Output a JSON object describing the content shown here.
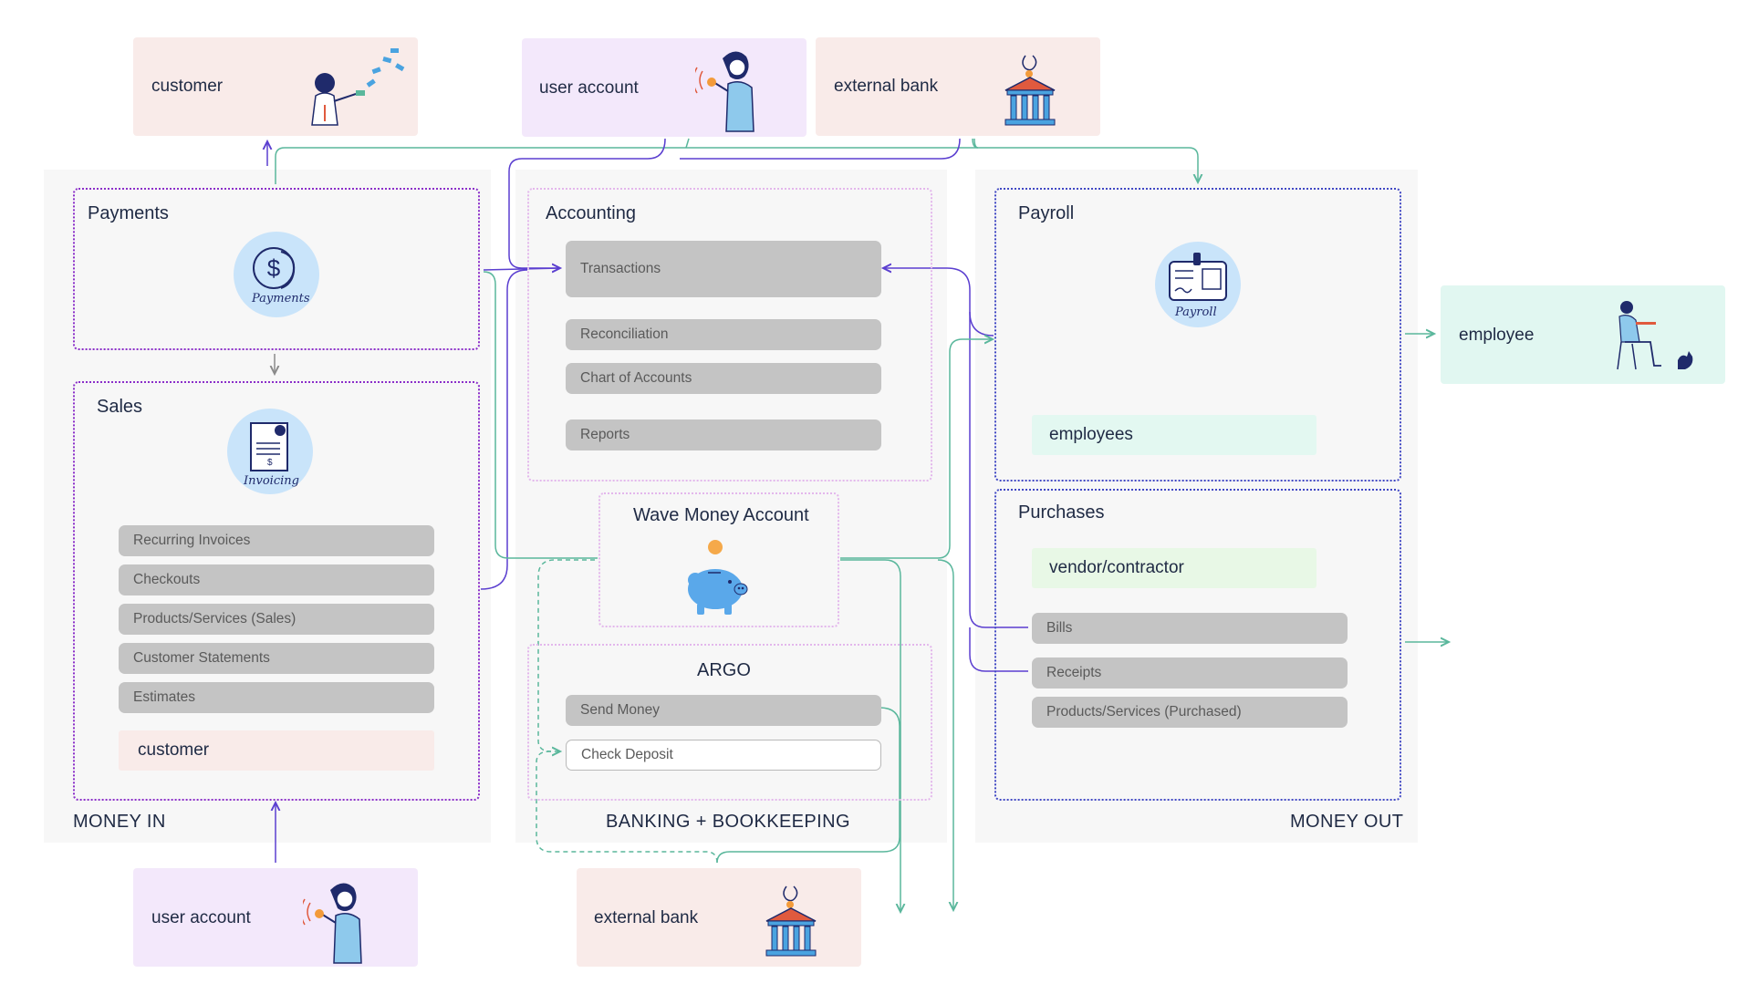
{
  "external": {
    "customer_top": "customer",
    "user_account_top": "user account",
    "external_bank_top": "external bank",
    "employee": "employee",
    "user_account_bottom": "user account",
    "external_bank_bottom": "external bank"
  },
  "money_in": {
    "label": "MONEY IN",
    "payments": {
      "title": "Payments",
      "icon_text": "Payments"
    },
    "sales": {
      "title": "Sales",
      "icon_text": "Invoicing",
      "items": [
        "Recurring Invoices",
        "Checkouts",
        "Products/Services (Sales)",
        "Customer Statements",
        "Estimates"
      ],
      "customer_tag": "customer"
    }
  },
  "banking": {
    "label": "BANKING + BOOKKEEPING",
    "accounting": {
      "title": "Accounting",
      "items": [
        "Transactions",
        "Reconciliation",
        "Chart of Accounts",
        "Reports"
      ]
    },
    "wave_money": {
      "title": "Wave Money Account"
    },
    "argo": {
      "title": "ARGO",
      "items": [
        "Send Money",
        "Check Deposit"
      ]
    }
  },
  "money_out": {
    "label": "MONEY OUT",
    "payroll": {
      "title": "Payroll",
      "icon_text": "Payroll",
      "employees_tag": "employees"
    },
    "purchases": {
      "title": "Purchases",
      "vendor_tag": "vendor/contractor",
      "items": [
        "Bills",
        "Receipts",
        "Products/Services (Purchased)"
      ]
    }
  },
  "colors": {
    "purple_line": "#5b3fd0",
    "green_line": "#5ab79c",
    "section_border": "#8b2fc9",
    "pill": "#c4c4c4",
    "icon_bg": "#c9e4fa"
  }
}
